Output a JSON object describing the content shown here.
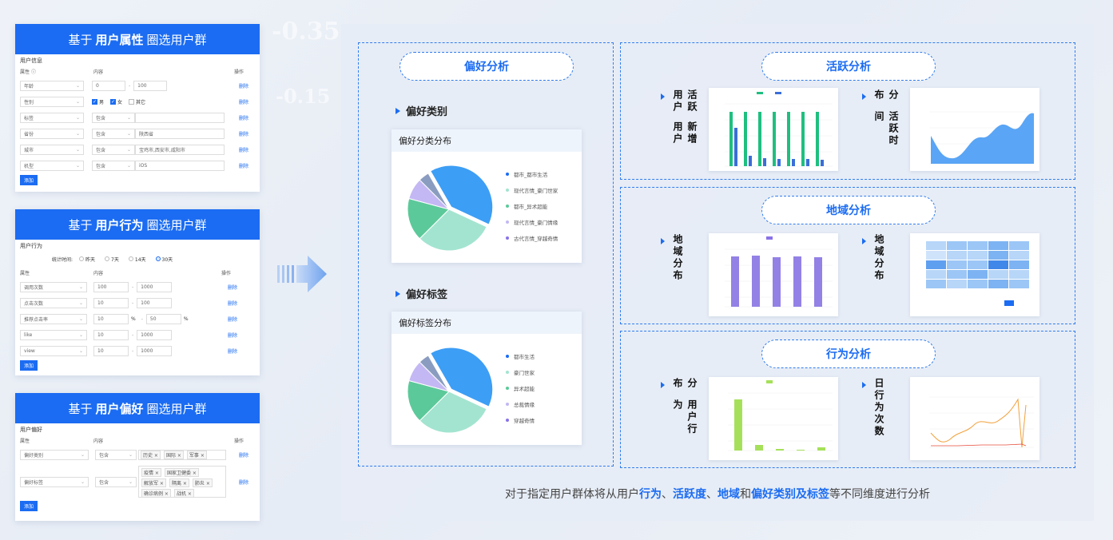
{
  "cards": {
    "attr": {
      "head_pre": "基于",
      "head_bold": "用户属性",
      "head_post": "圈选用户群",
      "section": "用户信息",
      "col_attr": "属性",
      "col_content": "内容",
      "col_op": "操作",
      "rows": [
        {
          "field": "年龄",
          "a": "0",
          "b": "100"
        },
        {
          "field": "性别"
        },
        {
          "field": "标签",
          "op": "包含"
        },
        {
          "field": "省份",
          "op": "包含",
          "value": "陕西省"
        },
        {
          "field": "城市",
          "op": "包含",
          "value": "宝鸡市,西安市,咸阳市"
        },
        {
          "field": "机型",
          "op": "包含",
          "value": "iOS"
        }
      ],
      "gender_options": [
        "男",
        "女",
        "其它"
      ],
      "delete_label": "删除",
      "add_label": "添加"
    },
    "behavior": {
      "head_pre": "基于",
      "head_bold": "用户行为",
      "head_post": "圈选用户群",
      "section": "用户行为",
      "stat_time_label": "统计时间:",
      "time_options": [
        "昨天",
        "7天",
        "14天",
        "30天"
      ],
      "col_attr": "属性",
      "col_content": "内容",
      "col_op": "操作",
      "rows": [
        {
          "field": "调用次数",
          "a": "100",
          "b": "1000"
        },
        {
          "field": "点击次数",
          "a": "10",
          "b": "100"
        },
        {
          "field": "推荐点击率",
          "a": "10",
          "b": "50",
          "unit": "%"
        },
        {
          "field": "like",
          "a": "10",
          "b": "1000"
        },
        {
          "field": "view",
          "a": "10",
          "b": "1000"
        }
      ],
      "delete_label": "删除",
      "add_label": "添加"
    },
    "pref": {
      "head_pre": "基于",
      "head_bold": "用户偏好",
      "head_post": "圈选用户群",
      "section": "用户偏好",
      "col_attr": "属性",
      "col_content": "内容",
      "col_op": "操作",
      "row1_field": "偏好类别",
      "row1_op": "包含",
      "row1_tags": [
        "历史",
        "国际",
        "军事"
      ],
      "row2_field": "偏好标签",
      "row2_op": "包含",
      "row2_tags": [
        "疫情",
        "国家卫健委",
        "解放军",
        "隔离",
        "确诊病例",
        "肺炎",
        "战机"
      ],
      "delete_label": "删除",
      "add_label": "添加"
    }
  },
  "main": {
    "pref_pill": "偏好分析",
    "pref_cat_heading": "偏好类别",
    "pref_cat_card_title": "偏好分类分布",
    "pref_cat_legend": [
      "都市_都市生活",
      "现代言情_豪门世家",
      "都市_异术超能",
      "现代言情_豪门情缘",
      "古代言情_穿越奇情"
    ],
    "pref_tag_heading": "偏好标签",
    "pref_tag_card_title": "偏好标签分布",
    "pref_tag_legend": [
      "都市生活",
      "豪门世家",
      "异术超能",
      "总裁情缘",
      "穿越奇情"
    ],
    "active_pill": "活跃分析",
    "active_left_label": [
      "新增用户",
      "活跃用户"
    ],
    "active_right_label": [
      "活跃时间",
      "分布"
    ],
    "region_pill": "地域分析",
    "region_left_label": "地域分布",
    "region_right_label": "地域分布",
    "behavior_pill": "行为分析",
    "behavior_left_label": [
      "用户行为",
      "分布"
    ],
    "behavior_right_label": "日行为次数",
    "caption_pre": "对于指定用户群体将从用户",
    "caption_b1": "行为",
    "caption_sep1": "、",
    "caption_b2": "活跃度",
    "caption_sep2": "、",
    "caption_b3": "地域",
    "caption_and": "和",
    "caption_b4": "偏好类别及标签",
    "caption_post": "等不同维度进行分析"
  },
  "colors": {
    "brand": "#1b6cf2",
    "pie": [
      "#3d9ef5",
      "#a3e4d0",
      "#5cc99a",
      "#c3b8f3",
      "#8a9dc0"
    ]
  },
  "bg_numbers": [
    "-0.35",
    "-0.15"
  ]
}
